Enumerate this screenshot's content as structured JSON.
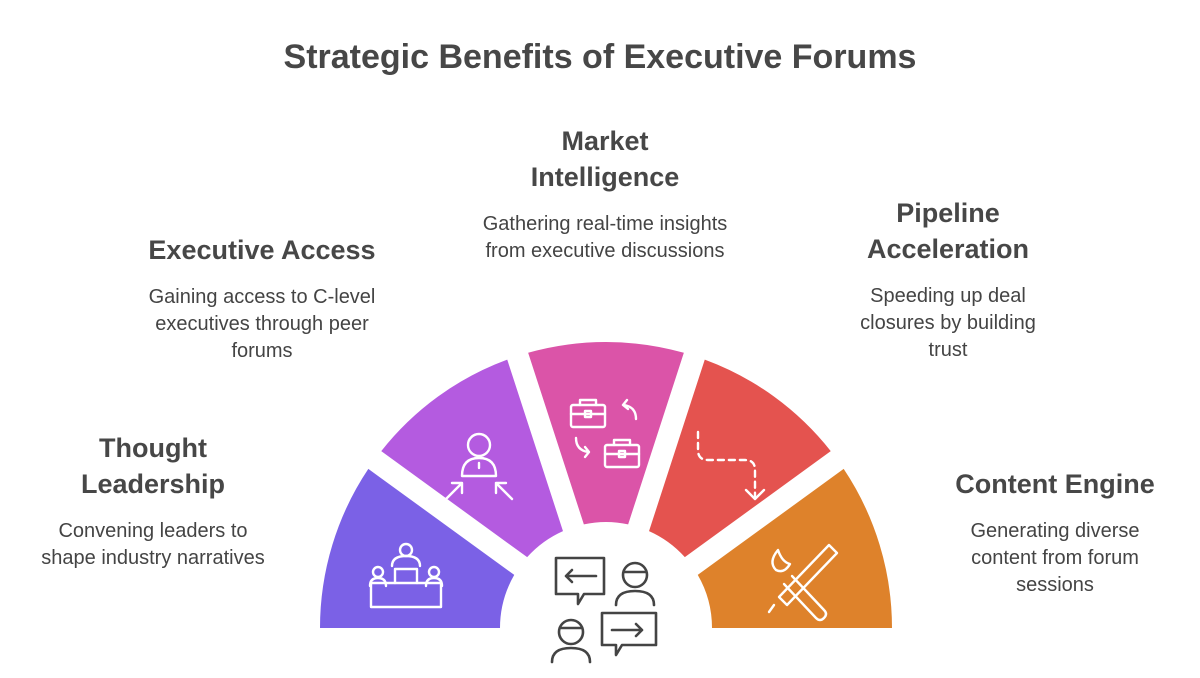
{
  "title": "Strategic Benefits of Executive Forums",
  "segments": [
    {
      "heading": "Thought Leadership",
      "description": "Convening leaders to shape industry narratives",
      "color": "#7B61E6",
      "icon": "podium-audience-icon"
    },
    {
      "heading": "Executive Access",
      "description": "Gaining access to C-level executives through peer forums",
      "color": "#B45BE0",
      "icon": "person-arrows-icon"
    },
    {
      "heading": "Market Intelligence",
      "description": "Gathering real-time insights from executive discussions",
      "color": "#DB54A8",
      "icon": "briefcase-exchange-icon"
    },
    {
      "heading": "Pipeline Acceleration",
      "description": "Speeding up deal closures by building trust",
      "color": "#E4534F",
      "icon": "dashed-path-arrow-icon"
    },
    {
      "heading": "Content Engine",
      "description": "Generating diverse content from forum sessions",
      "color": "#DE822B",
      "icon": "pen-brush-icon"
    }
  ],
  "center_icon": "conversation-icon"
}
